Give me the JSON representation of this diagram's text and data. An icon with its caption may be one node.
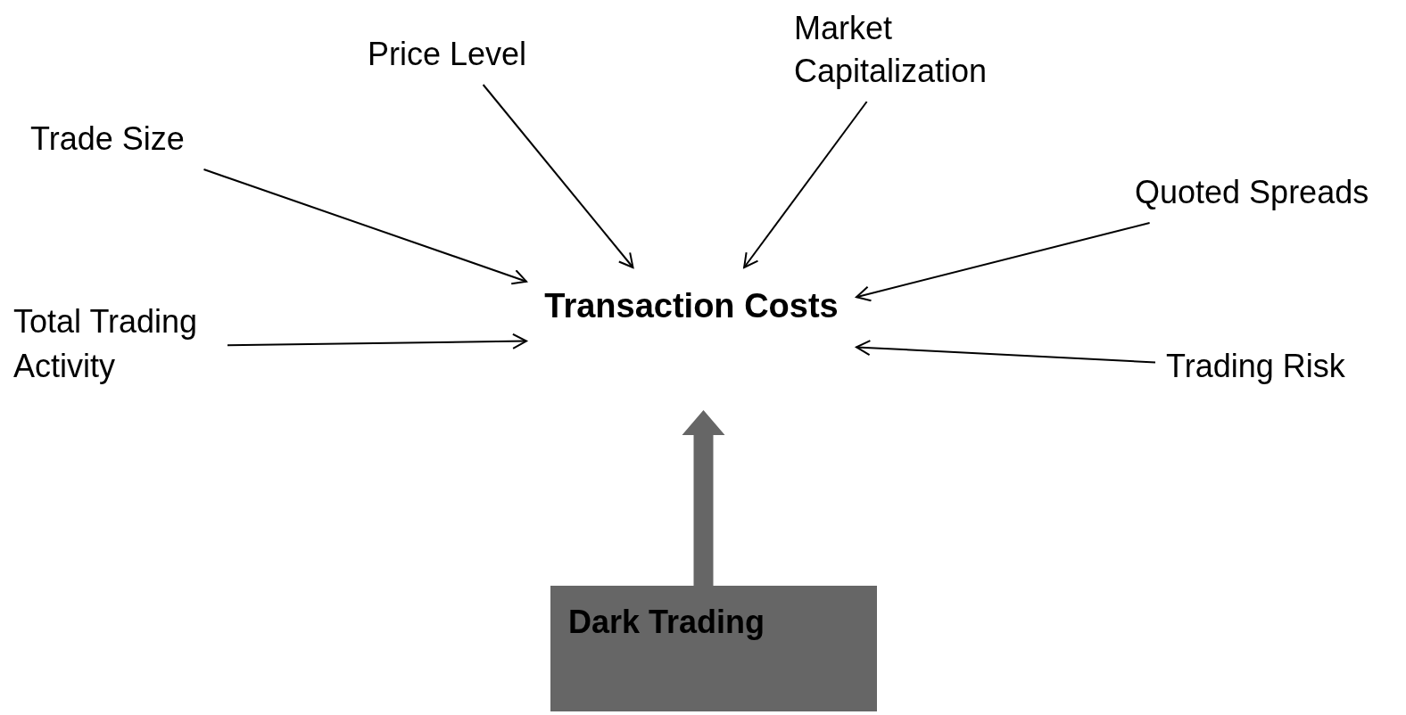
{
  "diagram": {
    "nodes": [
      {
        "text": [
          "Trade Size"
        ]
      },
      {
        "text": [
          "Price Level"
        ]
      },
      {
        "text": [
          "Market Capitalization"
        ]
      },
      {
        "text": [
          "Quoted Spreads"
        ]
      },
      {
        "text": [
          "Total Trading Activity"
        ]
      },
      {
        "text": [
          "Trading Risk"
        ]
      },
      {
        "text": [
          "Transaction Costs"
        ]
      },
      {
        "text": [
          "Dark Trading"
        ]
      }
    ],
    "edges": [
      {
        "from": 0,
        "to": 6,
        "arrow": "to"
      },
      {
        "from": 1,
        "to": 6,
        "arrow": "to"
      },
      {
        "from": 2,
        "to": 6,
        "arrow": "to"
      },
      {
        "from": 3,
        "to": 6,
        "arrow": "to"
      },
      {
        "from": 4,
        "to": 6,
        "arrow": "to"
      },
      {
        "from": 5,
        "to": 6,
        "arrow": "to"
      },
      {
        "from": 7,
        "to": 6,
        "arrow": "to",
        "style": "thick",
        "color": "#666666"
      }
    ]
  }
}
